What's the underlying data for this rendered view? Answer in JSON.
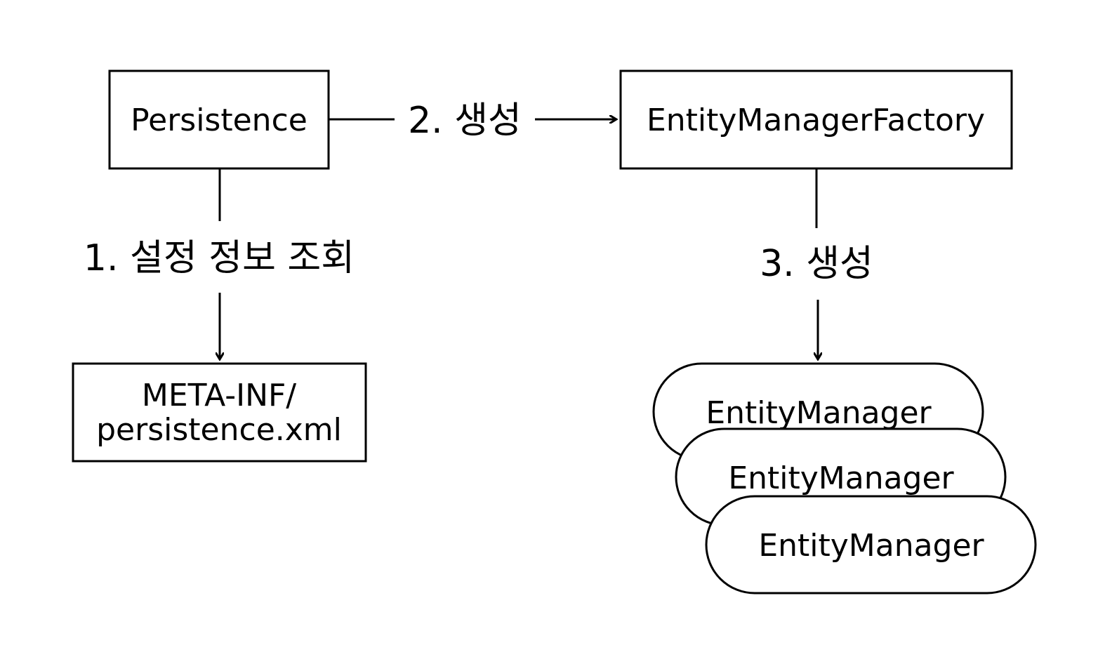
{
  "nodes": {
    "persistence": {
      "label": "Persistence"
    },
    "factory": {
      "label": "EntityManagerFactory"
    },
    "config_file": {
      "line1": "META-INF/",
      "line2": "persistence.xml"
    },
    "entity_managers": [
      {
        "label": "EntityManager"
      },
      {
        "label": "EntityManager"
      },
      {
        "label": "EntityManager"
      }
    ]
  },
  "edges": {
    "lookup": {
      "label": "1. 설정 정보 조회"
    },
    "create_factory": {
      "label": "2. 생성"
    },
    "create_manager": {
      "label": "3. 생성"
    }
  },
  "colors": {
    "stroke": "#000000",
    "fill": "#ffffff",
    "text": "#000000"
  }
}
